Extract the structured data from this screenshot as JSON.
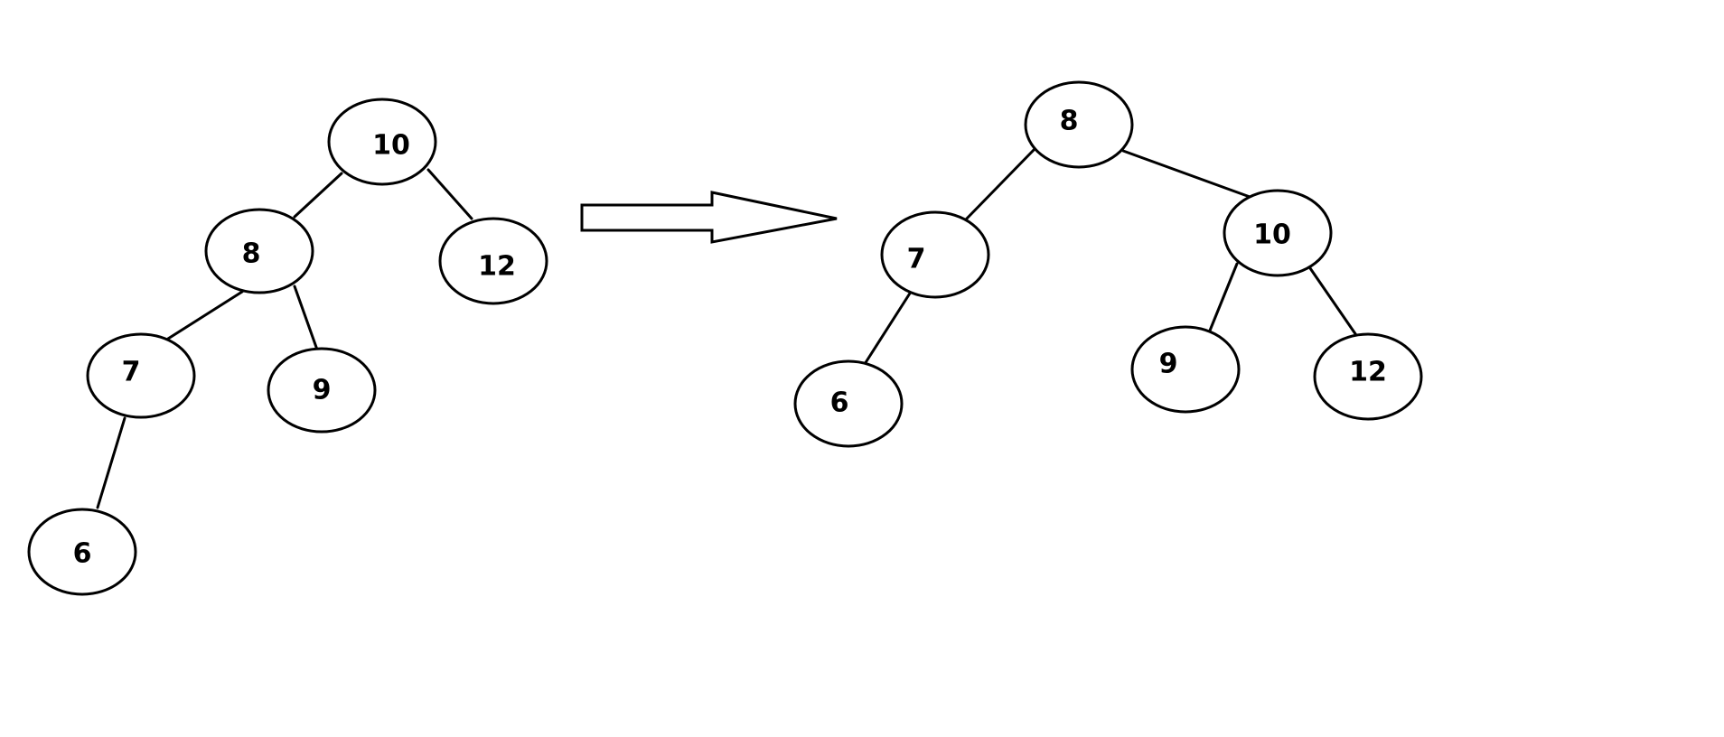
{
  "before_tree": {
    "nodes": [
      {
        "id": "b10",
        "label": "10"
      },
      {
        "id": "b8",
        "label": "8"
      },
      {
        "id": "b12",
        "label": "12"
      },
      {
        "id": "b7",
        "label": "7"
      },
      {
        "id": "b9",
        "label": "9"
      },
      {
        "id": "b6",
        "label": "6"
      }
    ],
    "edges": [
      [
        "b10",
        "b8"
      ],
      [
        "b10",
        "b12"
      ],
      [
        "b8",
        "b7"
      ],
      [
        "b8",
        "b9"
      ],
      [
        "b7",
        "b6"
      ]
    ]
  },
  "after_tree": {
    "nodes": [
      {
        "id": "a8",
        "label": "8"
      },
      {
        "id": "a7",
        "label": "7"
      },
      {
        "id": "a10",
        "label": "10"
      },
      {
        "id": "a6",
        "label": "6"
      },
      {
        "id": "a9",
        "label": "9"
      },
      {
        "id": "a12",
        "label": "12"
      }
    ],
    "edges": [
      [
        "a8",
        "a7"
      ],
      [
        "a8",
        "a10"
      ],
      [
        "a7",
        "a6"
      ],
      [
        "a10",
        "a9"
      ],
      [
        "a10",
        "a12"
      ]
    ]
  },
  "transform_arrow": {
    "icon": "right-arrow-icon",
    "color": "#000000"
  },
  "colors": {
    "stroke": "#000000",
    "fill": "#ffffff",
    "background": "#ffffff"
  }
}
